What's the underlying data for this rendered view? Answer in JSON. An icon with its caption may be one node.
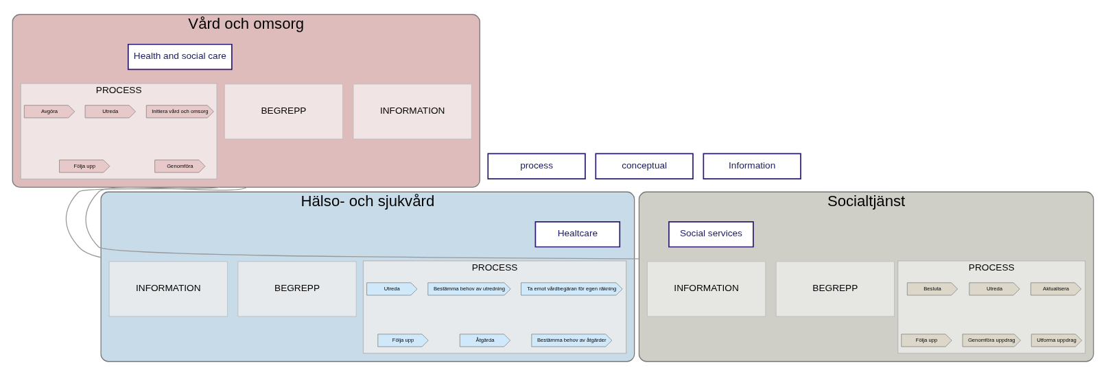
{
  "diagram": {
    "nodes": [
      {
        "text": [
          "Vård och omsorg"
        ]
      },
      {
        "text": [
          "Health and social care"
        ],
        "in": 0
      },
      {
        "text": [
          "PROCESS"
        ],
        "in": 0
      },
      {
        "text": [
          "Initiera vård och omsorg"
        ],
        "in": 2
      },
      {
        "text": [
          "Utreda"
        ],
        "in": 2
      },
      {
        "text": [
          "Avgöra"
        ],
        "in": 2
      },
      {
        "text": [
          "Genomföra"
        ],
        "in": 2
      },
      {
        "text": [
          "Följa upp"
        ],
        "in": 2
      },
      {
        "text": [
          "BEGREPP"
        ],
        "in": 0
      },
      {
        "text": [
          "INFORMATION"
        ],
        "in": 0
      },
      {
        "text": [
          "process"
        ]
      },
      {
        "text": [
          "conceptual"
        ]
      },
      {
        "text": [
          "Information"
        ]
      },
      {
        "text": [
          "Hälso- och sjukvård"
        ]
      },
      {
        "text": [
          "Healtcare"
        ],
        "in": 13
      },
      {
        "text": [
          "PROCESS"
        ],
        "in": 13
      },
      {
        "text": [
          "Ta emot vårdbegäran för egen räkning"
        ],
        "in": 15
      },
      {
        "text": [
          "Bestämma behov av utredning"
        ],
        "in": 15
      },
      {
        "text": [
          "Utreda"
        ],
        "in": 15
      },
      {
        "text": [
          "Bestämma behov av åtgärder"
        ],
        "in": 15
      },
      {
        "text": [
          "Åtgärda"
        ],
        "in": 15
      },
      {
        "text": [
          "Följa upp"
        ],
        "in": 15
      },
      {
        "text": [
          "BEGREPP"
        ],
        "in": 13
      },
      {
        "text": [
          "INFORMATION"
        ],
        "in": 13
      },
      {
        "text": [
          "Socialtjänst"
        ]
      },
      {
        "text": [
          "Social services"
        ],
        "in": 24
      },
      {
        "text": [
          "PROCESS"
        ],
        "in": 24
      },
      {
        "text": [
          "Aktualisera"
        ],
        "in": 26
      },
      {
        "text": [
          "Utreda"
        ],
        "in": 26
      },
      {
        "text": [
          "Besluta"
        ],
        "in": 26
      },
      {
        "text": [
          "Utforma uppdrag"
        ],
        "in": 26
      },
      {
        "text": [
          "Genomföra uppdrag"
        ],
        "in": 26
      },
      {
        "text": [
          "Följa upp"
        ],
        "in": 26
      },
      {
        "text": [
          "BEGREPP"
        ],
        "in": 24
      },
      {
        "text": [
          "INFORMATION"
        ],
        "in": 24
      }
    ],
    "edges": [
      {
        "from": 0,
        "to": 13,
        "arrow": "none"
      },
      {
        "from": 0,
        "to": 24,
        "arrow": "none"
      }
    ]
  }
}
